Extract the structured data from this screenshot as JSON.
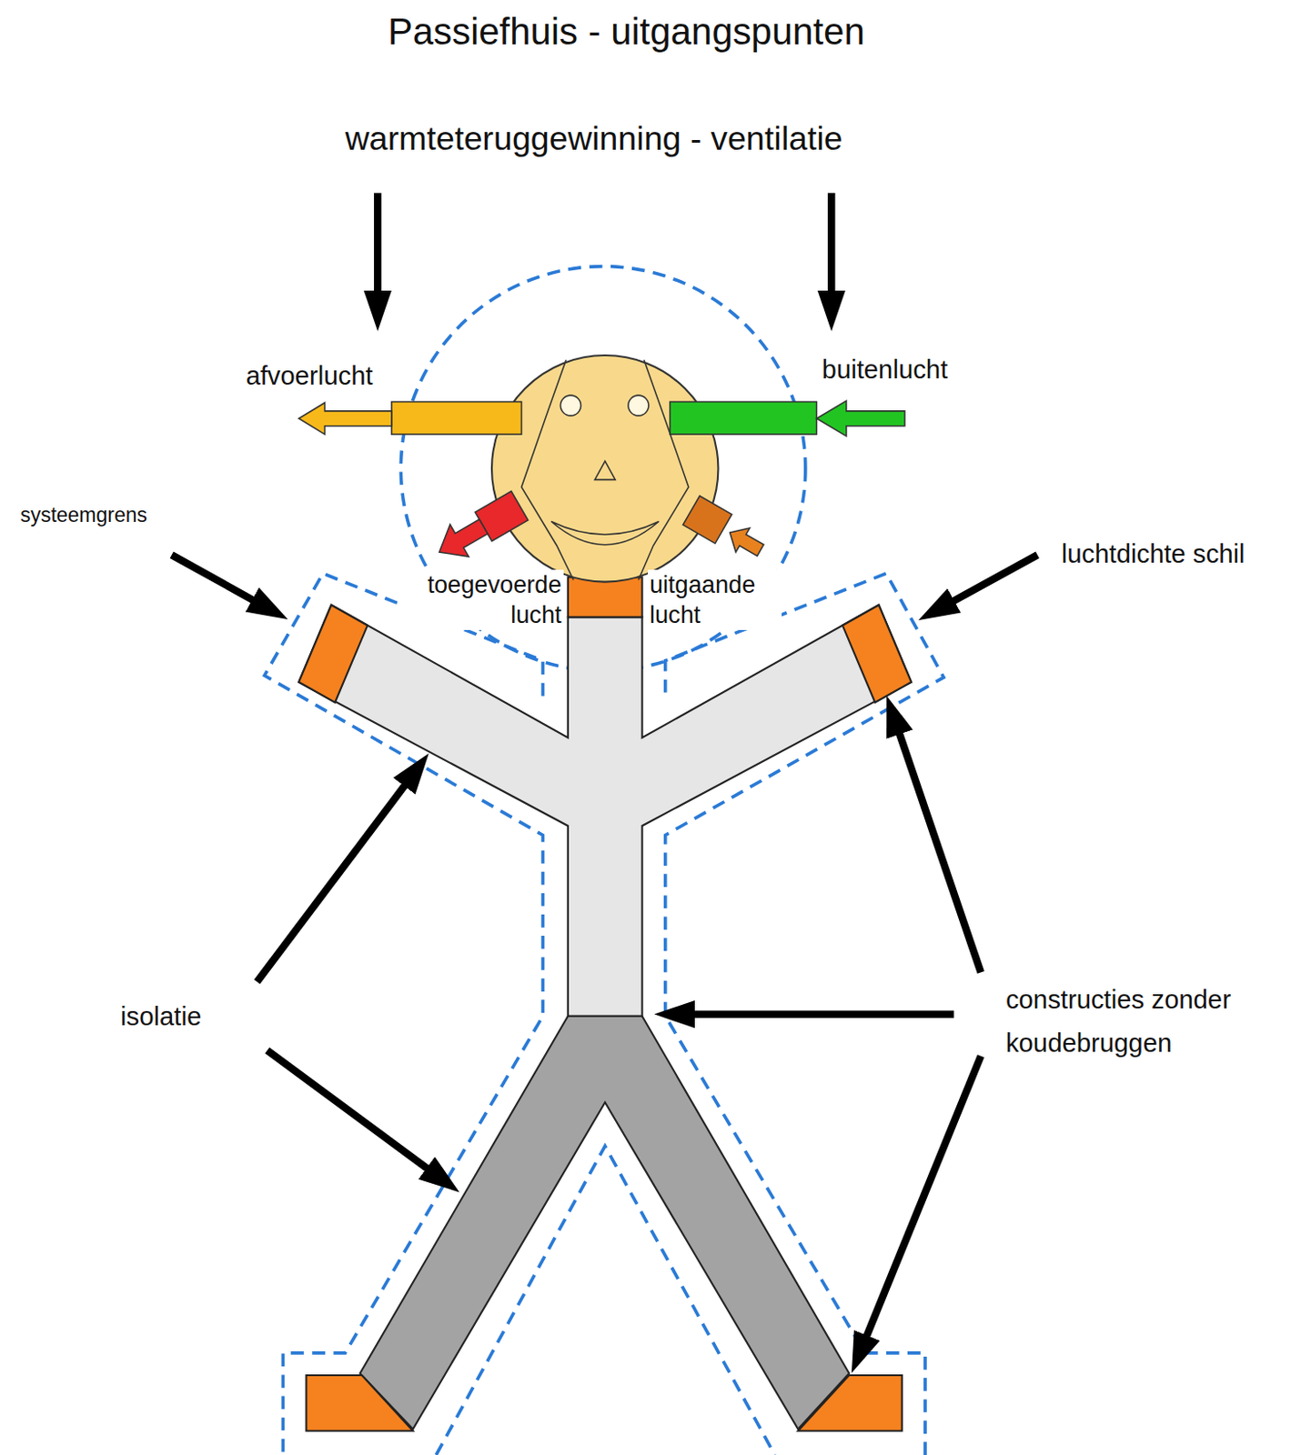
{
  "diagram": {
    "title": "Passiefhuis - uitgangspunten",
    "labels": [
      "warmteteruggewinning - ventilatie",
      "afvoerlucht",
      "buitenlucht",
      "toegevoerde lucht",
      "uitgaande lucht",
      "systeemgrens",
      "luchtdichte schil",
      "isolatie",
      "constructies zonder koudebruggen"
    ]
  }
}
